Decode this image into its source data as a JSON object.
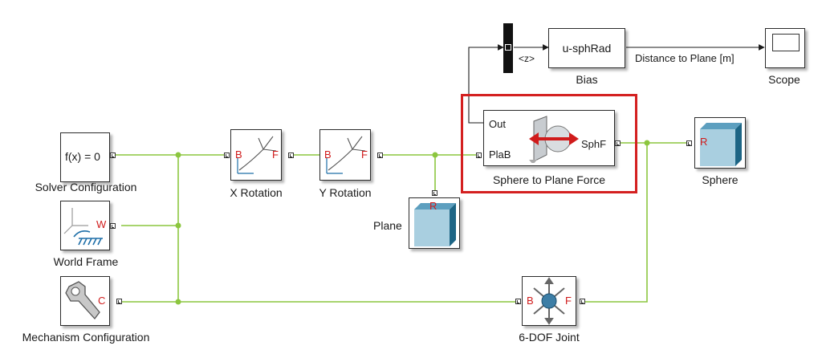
{
  "blocks": {
    "solver": {
      "expr": "f(x) = 0",
      "label": "Solver Configuration"
    },
    "world": {
      "port": "W",
      "label": "World Frame"
    },
    "mechanism": {
      "port": "C",
      "label": "Mechanism Configuration"
    },
    "xrot": {
      "port_b": "B",
      "port_f": "F",
      "label": "X Rotation"
    },
    "yrot": {
      "port_b": "B",
      "port_f": "F",
      "label": "Y Rotation"
    },
    "plane": {
      "port": "R",
      "label": "Plane"
    },
    "sphere_force": {
      "port_out": "Out",
      "port_plab": "PlaB",
      "port_sphf": "SphF",
      "label": "Sphere to Plane Force"
    },
    "sphere": {
      "port": "R",
      "label": "Sphere"
    },
    "joint": {
      "port_b": "B",
      "port_f": "F",
      "label": "6-DOF Joint"
    },
    "bias": {
      "expr": "u-sphRad",
      "label": "Bias"
    },
    "scope": {
      "label": "Scope"
    },
    "selector": {
      "signal": "<z>"
    }
  },
  "signals": {
    "distance": "Distance to Plane [m]"
  },
  "colors": {
    "physical_line": "#8cc63f",
    "signal_line": "#1a1a1a",
    "highlight": "#d42020",
    "port_label": "#d01b1b",
    "cube_front": "#a9cfe0",
    "cube_dark": "#1d6585"
  }
}
